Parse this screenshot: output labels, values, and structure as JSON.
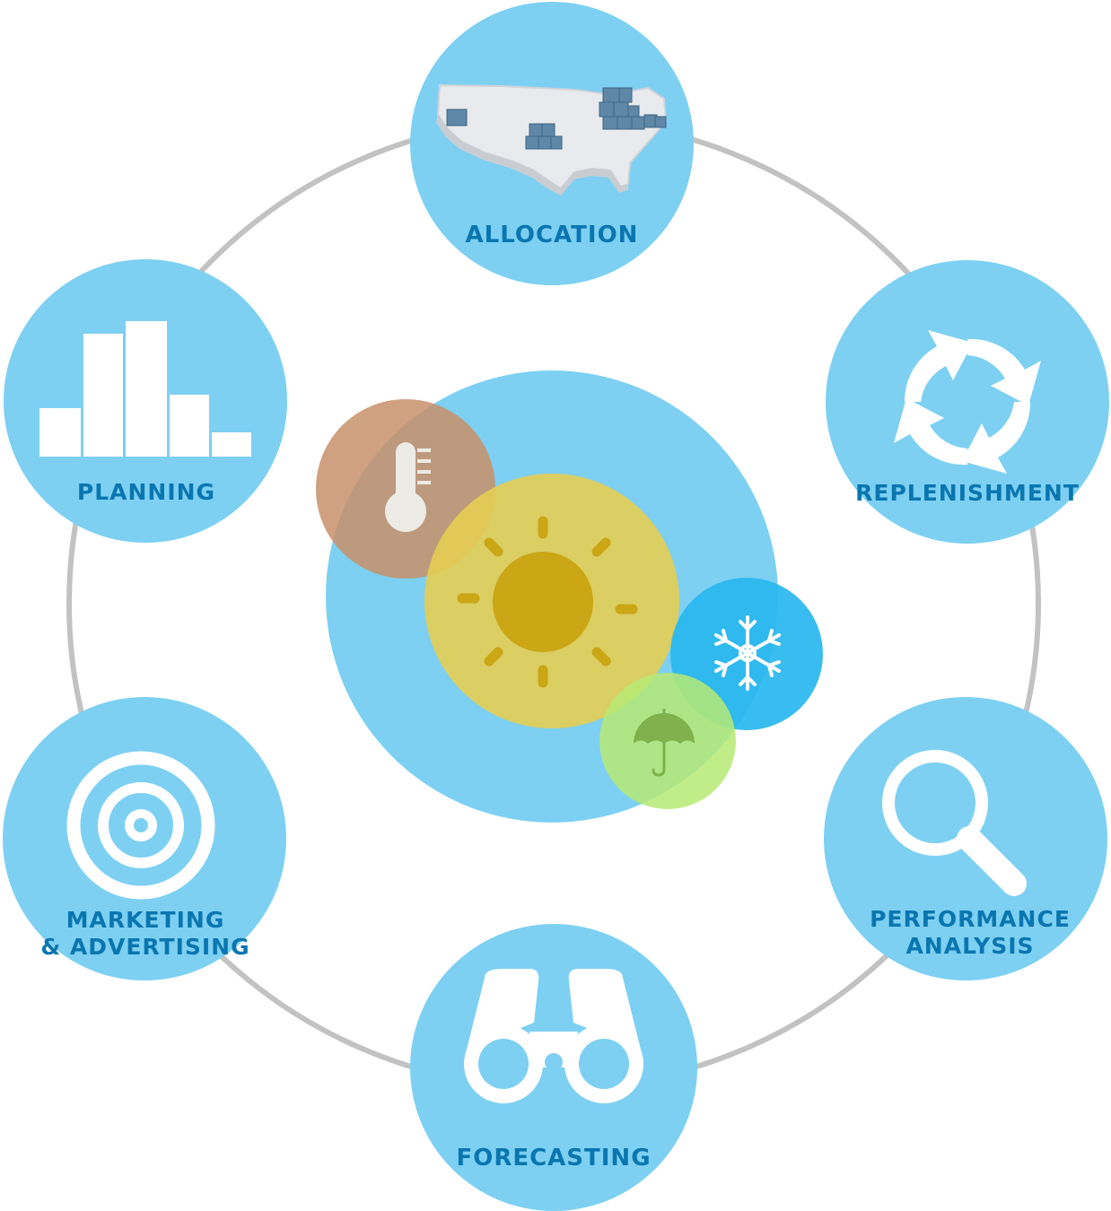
{
  "nodes": {
    "allocation": {
      "label": "ALLOCATION",
      "icon": "us-map-icon"
    },
    "replenishment": {
      "label": "REPLENISHMENT",
      "icon": "cycle-arrows-icon"
    },
    "performance": {
      "line1": "PERFORMANCE",
      "line2": "ANALYSIS",
      "icon": "magnifier-icon"
    },
    "forecasting": {
      "label": "FORECASTING",
      "icon": "binoculars-icon"
    },
    "marketing": {
      "line1": "MARKETING",
      "line2": "& ADVERTISING",
      "icon": "target-icon"
    },
    "planning": {
      "label": "PLANNING",
      "icon": "bar-chart-icon"
    }
  },
  "center": {
    "icons": [
      "thermometer-icon",
      "sun-icon",
      "snowflake-icon",
      "umbrella-icon"
    ]
  },
  "colors": {
    "node_fill": "#7dd0f2",
    "label": "#0a76b0",
    "ring": "#b8b8b8",
    "thermo": "#c8906a",
    "sun": "#e8cf5a",
    "sun_core": "#cca812",
    "snow": "#2cb8ef",
    "umbrella": "#b9ec7a"
  }
}
